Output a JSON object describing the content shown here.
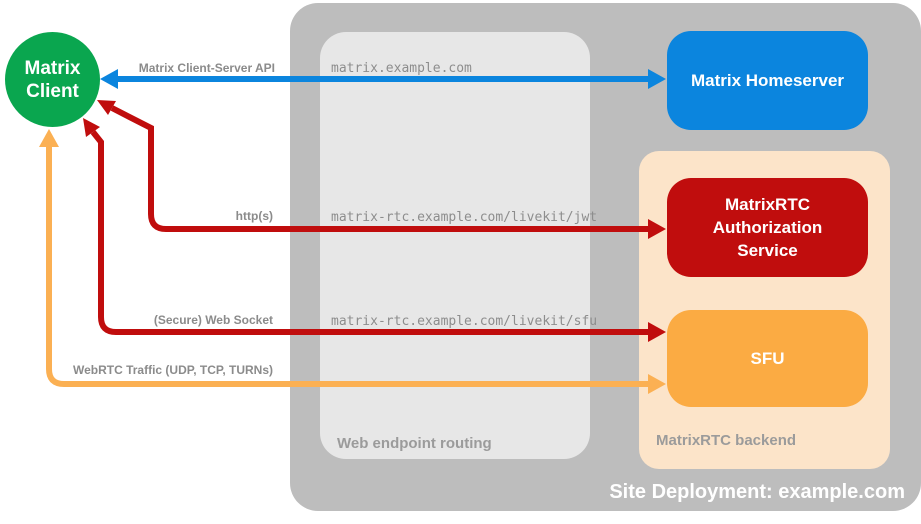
{
  "client": {
    "label": "Matrix Client"
  },
  "nodes": {
    "homeserver": {
      "label": "Matrix Homeserver",
      "color": "#0b85de"
    },
    "auth": {
      "label": "MatrixRTC Authorization Service",
      "color": "#c00d0d"
    },
    "sfu": {
      "label": "SFU",
      "color": "#fbab43"
    }
  },
  "containers": {
    "routing": {
      "label": "Web endpoint routing",
      "color": "#e7e7e7"
    },
    "backend": {
      "label": "MatrixRTC backend",
      "color": "#fce4c9"
    },
    "deployment": {
      "label": "Site Deployment: example.com",
      "color": "#bdbdbd"
    }
  },
  "arrows": [
    {
      "name": "matrix-client-server-api",
      "label": "Matrix Client-Server API",
      "endpoint": "matrix.example.com",
      "color": "#0b85de"
    },
    {
      "name": "https",
      "label": "http(s)",
      "endpoint": "matrix-rtc.example.com/livekit/jwt",
      "color": "#c00d0d"
    },
    {
      "name": "secure-web-socket",
      "label": "(Secure) Web Socket",
      "endpoint": "matrix-rtc.example.com/livekit/sfu",
      "color": "#c00d0d"
    },
    {
      "name": "webrtc-traffic",
      "label": "WebRTC Traffic (UDP, TCP, TURNs)",
      "color": "#fbb053"
    }
  ],
  "client_color": "#0aa64f"
}
